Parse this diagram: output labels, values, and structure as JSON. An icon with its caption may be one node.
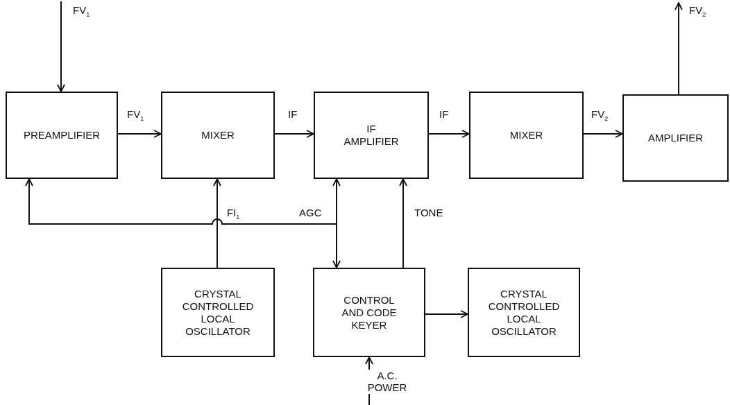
{
  "diagram": {
    "nodes": [
      {
        "text": [
          "PREAMPLIFIER"
        ]
      },
      {
        "text": [
          "MIXER"
        ]
      },
      {
        "text": [
          "IF AMPLIFIER"
        ]
      },
      {
        "text": [
          "MIXER"
        ]
      },
      {
        "text": [
          "AMPLIFIER"
        ]
      },
      {
        "text": [
          "CRYSTAL CONTROLLED LOCAL OSCILLATOR"
        ]
      },
      {
        "text": [
          "CONTROL AND CODE KEYER"
        ]
      },
      {
        "text": [
          "CRYSTAL CONTROLLED LOCAL OSCILLATOR"
        ]
      }
    ],
    "edges": [
      {
        "from": null,
        "to": 0,
        "arrow": "to",
        "label": "FV$_{1}$"
      },
      {
        "from": 0,
        "to": 1,
        "arrow": "to",
        "label": "FV$_{1}$"
      },
      {
        "from": 1,
        "to": 2,
        "arrow": "to",
        "label": "IF"
      },
      {
        "from": 2,
        "to": 3,
        "arrow": "to",
        "label": "IF"
      },
      {
        "from": 3,
        "to": 4,
        "arrow": "to",
        "label": "FV$_{2}$"
      },
      {
        "from": 4,
        "to": null,
        "arrow": "to",
        "label": "FV$_{2}$"
      },
      {
        "from": 5,
        "to": 1,
        "arrow": "to",
        "label": "FI$_{1}$"
      },
      {
        "from": 6,
        "to": 2,
        "arrow": "to",
        "label": "TONE"
      },
      {
        "from": 6,
        "to": 7,
        "arrow": "to"
      },
      {
        "from": null,
        "to": 6,
        "arrow": "to",
        "label": "A.C. POWER"
      },
      {
        "from": 2,
        "to": 6,
        "arrow": "both",
        "label": "AGC"
      },
      {
        "from": 2,
        "to": 0,
        "arrow": "to"
      }
    ]
  }
}
